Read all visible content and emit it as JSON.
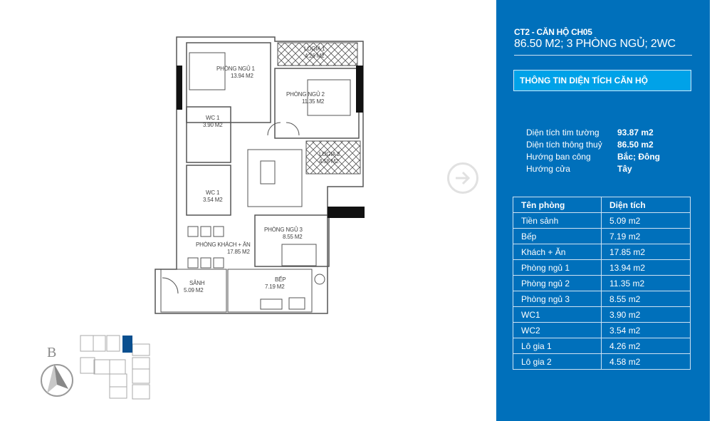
{
  "apartment": {
    "code": "CT2 - CĂN HỘ CH05",
    "summary": "86.50 M2; 3 PHÒNG NGỦ; 2WC",
    "section_button": "THÔNG TIN DIỆN TÍCH CĂN HỘ"
  },
  "info": [
    {
      "label": "Diện tích tim tường",
      "value": "93.87 m2"
    },
    {
      "label": "Diện tích thông thuỷ",
      "value": "86.50 m2"
    },
    {
      "label": "Hướng ban công",
      "value": "Bắc; Đông"
    },
    {
      "label": "Hướng cửa",
      "value": "Tây"
    }
  ],
  "rooms_table": {
    "headers": [
      "Tên phòng",
      "Diện tích"
    ],
    "rows": [
      [
        "Tiền sảnh",
        "5.09 m2"
      ],
      [
        "Bếp",
        "7.19 m2"
      ],
      [
        "Khách + Ăn",
        "17.85 m2"
      ],
      [
        "Phòng ngủ 1",
        "13.94 m2"
      ],
      [
        "Phòng ngủ 2",
        "11.35 m2"
      ],
      [
        "Phòng ngủ 3",
        "8.55 m2"
      ],
      [
        "WC1",
        "3.90 m2"
      ],
      [
        "WC2",
        "3.54 m2"
      ],
      [
        "Lô gia 1",
        "4.26 m2"
      ],
      [
        "Lô gia 2",
        "4.58 m2"
      ]
    ]
  },
  "floor_plan": {
    "labels": {
      "logia1": {
        "name": "LOGIA 1",
        "area": "4.26 M2"
      },
      "bedroom1": {
        "name": "PHÒNG NGỦ 1",
        "area": "13.94 M2"
      },
      "bedroom2": {
        "name": "PHÒNG NGỦ 2",
        "area": "11.35 M2"
      },
      "wc1": {
        "name": "WC 1",
        "area": "3.90 M2"
      },
      "wc2": {
        "name": "WC 1",
        "area": "3.54 M2"
      },
      "logia2": {
        "name": "LOGIA 2",
        "area": "4.58 M2"
      },
      "bedroom3": {
        "name": "PHÒNG NGỦ 3",
        "area": "8.55 M2"
      },
      "living": {
        "name": "PHÒNG KHÁCH + ĂN",
        "area": "17.85 M2"
      },
      "lobby": {
        "name": "SẢNH",
        "area": "5.09 M2"
      },
      "kitchen": {
        "name": "BẾP",
        "area": "7.19 M2"
      }
    },
    "compass_label": "B",
    "highlight_color": "#0a4f8f"
  },
  "nav": {
    "next_icon": "arrow-right-circle-icon"
  },
  "colors": {
    "panel": "#0070bb",
    "section_button": "#00a2e8",
    "table_border": "#cfe3f3"
  }
}
